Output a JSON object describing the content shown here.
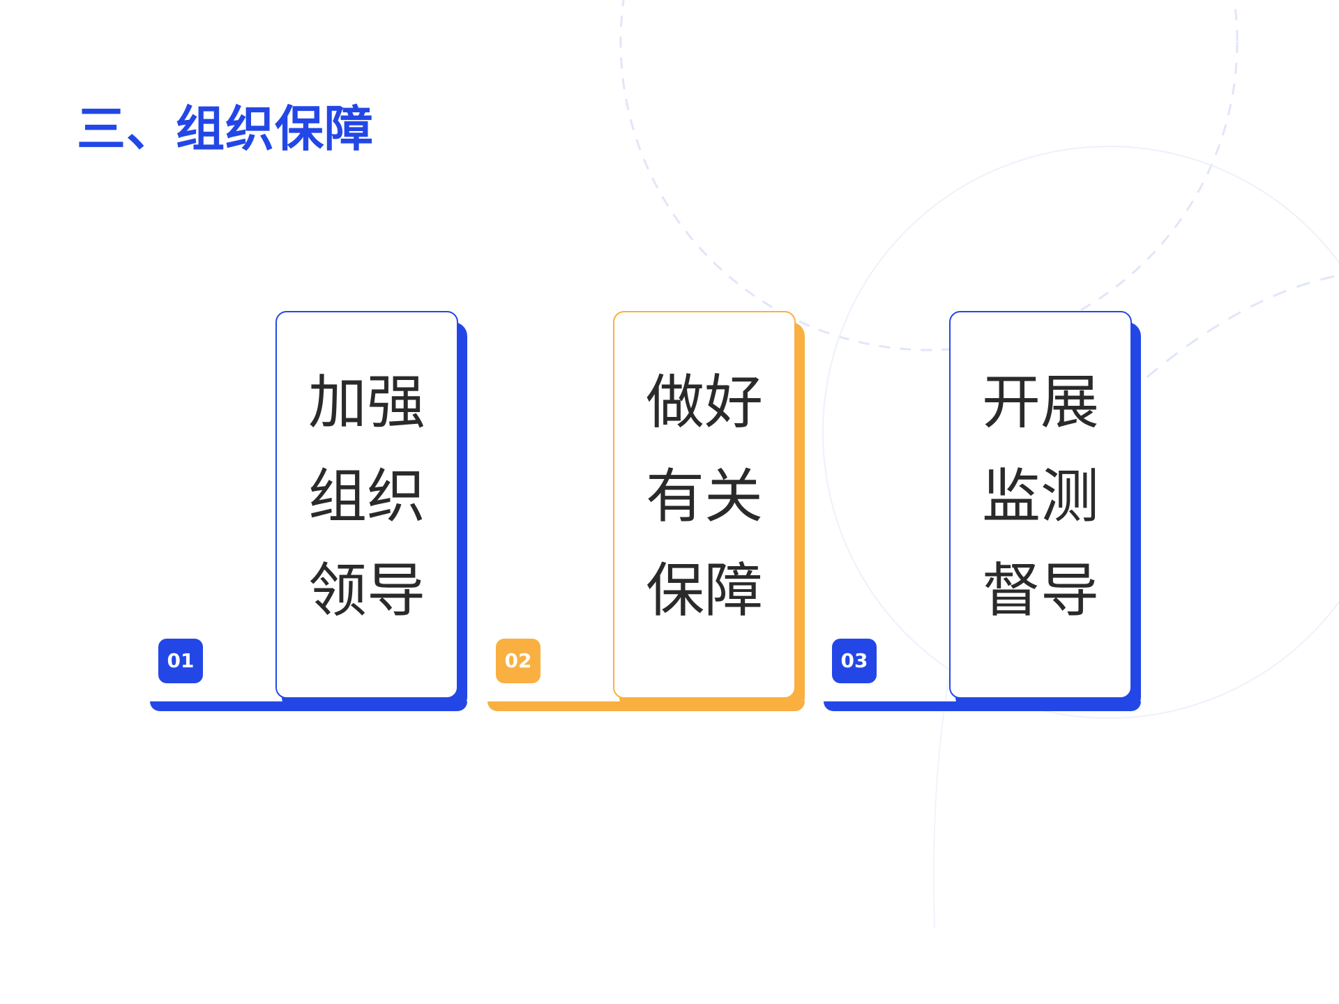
{
  "title": "三、组织保障",
  "colors": {
    "blue": "#2347E6",
    "orange": "#F9B040"
  },
  "items": [
    {
      "number": "01",
      "lines": [
        "加强",
        "组织",
        "领导"
      ],
      "accent": "#2347E6"
    },
    {
      "number": "02",
      "lines": [
        "做好",
        "有关",
        "保障"
      ],
      "accent": "#F9B040"
    },
    {
      "number": "03",
      "lines": [
        "开展",
        "监测",
        "督导"
      ],
      "accent": "#2347E6"
    }
  ]
}
